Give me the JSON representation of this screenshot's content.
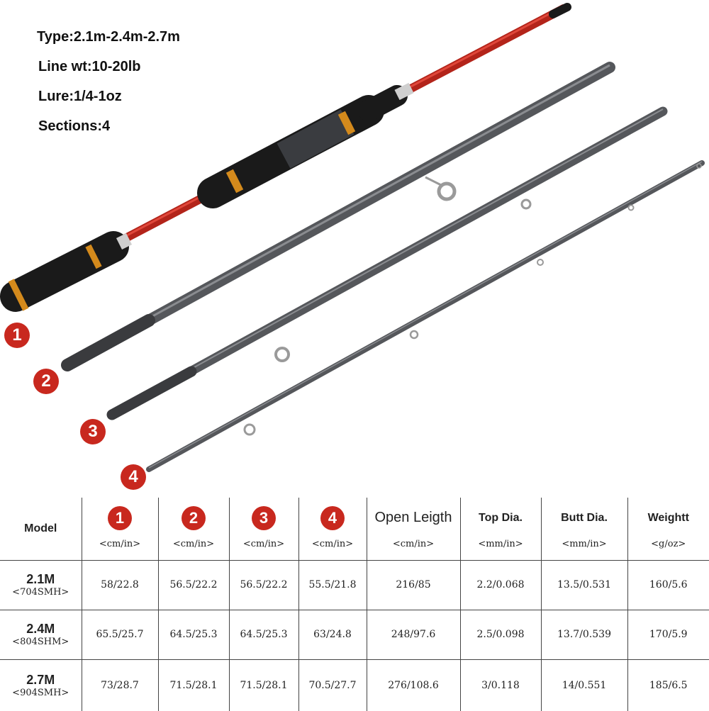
{
  "specs": [
    "Type:2.1m-2.4m-2.7m",
    "Line wt:10-20lb",
    "Lure:1/4-1oz",
    "Sections:4"
  ],
  "section_numbers": [
    "1",
    "2",
    "3",
    "4"
  ],
  "colors": {
    "badge_red": "#c8281e",
    "rod_red": "#c4281c",
    "blank_gray": "#5a5c60",
    "grip_black": "#1a1a1a",
    "gold_ring": "#d48a1c"
  },
  "table": {
    "model_header": "Model",
    "section_unit": "<cm/in>",
    "open_length": {
      "label": "Open Leigth",
      "unit": "<cm/in>"
    },
    "top_dia": {
      "label": "Top Dia.",
      "unit": "<mm/in>"
    },
    "butt_dia": {
      "label": "Butt Dia.",
      "unit": "<mm/in>"
    },
    "weight": {
      "label": "Weightt",
      "unit": "<g/oz>"
    },
    "rows": [
      {
        "name": "2.1M",
        "code": "<704SMH>",
        "cells": [
          "58/22.8",
          "56.5/22.2",
          "56.5/22.2",
          "55.5/21.8",
          "216/85",
          "2.2/0.068",
          "13.5/0.531",
          "160/5.6"
        ]
      },
      {
        "name": "2.4M",
        "code": "<804SHM>",
        "cells": [
          "65.5/25.7",
          "64.5/25.3",
          "64.5/25.3",
          "63/24.8",
          "248/97.6",
          "2.5/0.098",
          "13.7/0.539",
          "170/5.9"
        ]
      },
      {
        "name": "2.7M",
        "code": "<904SMH>",
        "cells": [
          "73/28.7",
          "71.5/28.1",
          "71.5/28.1",
          "70.5/27.7",
          "276/108.6",
          "3/0.118",
          "14/0.551",
          "185/6.5"
        ]
      }
    ]
  }
}
